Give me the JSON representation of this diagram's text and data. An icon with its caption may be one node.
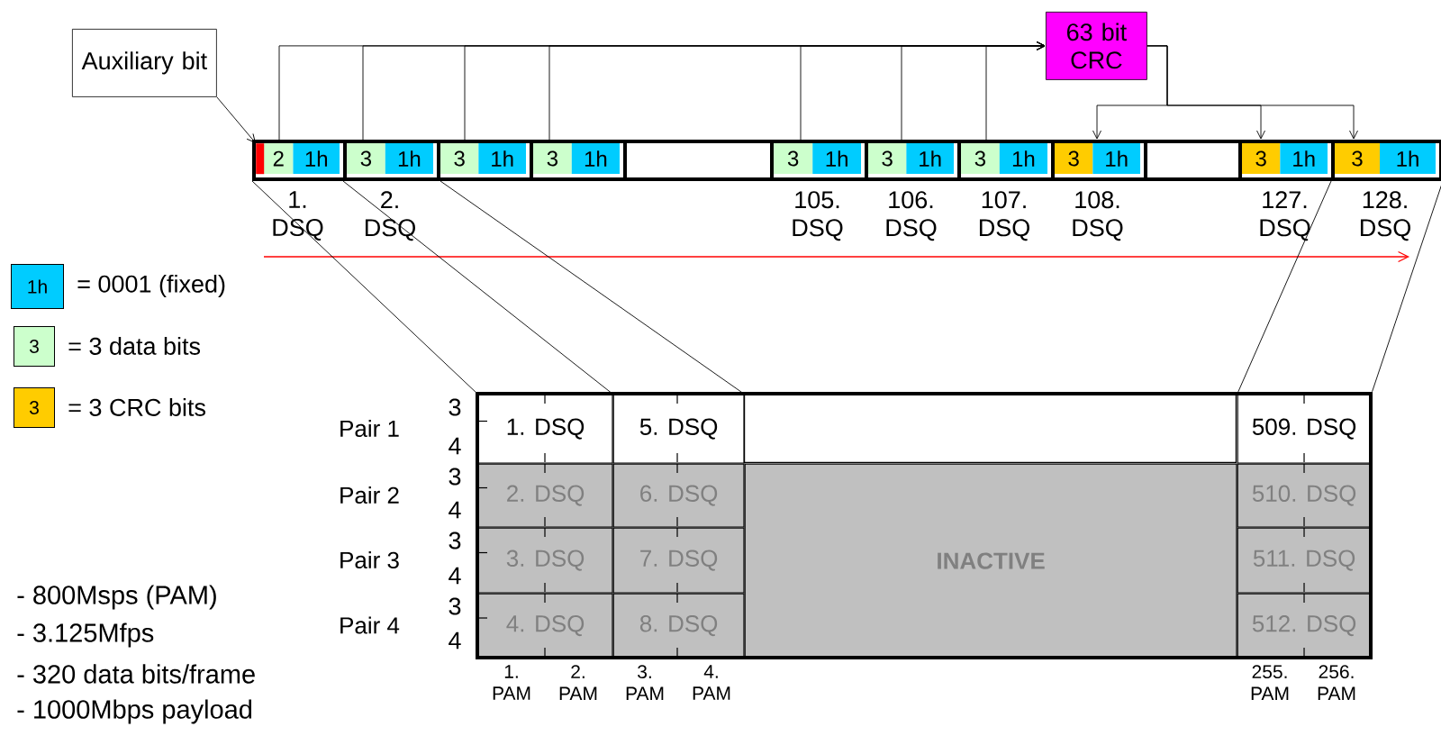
{
  "diagram": {
    "nodes": [
      {
        "text": [
          "Auxiliary bit"
        ]
      },
      {
        "text": [
          "63 bit CRC"
        ]
      },
      {
        "text": [
          "2",
          "1h"
        ],
        "beside": [
          "1. DSQ"
        ]
      },
      {
        "text": [],
        "shape": "bar",
        "in": 2
      },
      {
        "text": [
          "3",
          "1h"
        ],
        "beside": [
          "2. DSQ"
        ]
      },
      {
        "text": [
          "3",
          "1h"
        ]
      },
      {
        "text": [
          "3",
          "1h"
        ]
      },
      {
        "text": [],
        "shape": "box"
      },
      {
        "text": [
          "3",
          "1h"
        ],
        "beside": [
          "105. DSQ"
        ]
      },
      {
        "text": [
          "3",
          "1h"
        ],
        "beside": [
          "106. DSQ"
        ]
      },
      {
        "text": [
          "3",
          "1h"
        ],
        "beside": [
          "107. DSQ"
        ]
      },
      {
        "text": [
          "3",
          "1h"
        ],
        "beside": [
          "108. DSQ"
        ]
      },
      {
        "text": [],
        "shape": "box"
      },
      {
        "text": [
          "3",
          "1h"
        ],
        "beside": [
          "127. DSQ"
        ]
      },
      {
        "text": [
          "3",
          "1h"
        ],
        "beside": [
          "128. DSQ"
        ]
      },
      {
        "text": [
          "1. DSQ"
        ]
      },
      {
        "text": [
          "5. DSQ"
        ]
      },
      {
        "text": [
          "509. DSQ"
        ]
      },
      {
        "text": [
          "2. DSQ"
        ]
      },
      {
        "text": [
          "6. DSQ"
        ]
      },
      {
        "text": [
          "INACTIVE"
        ]
      },
      {
        "text": [
          "510. DSQ"
        ]
      },
      {
        "text": [
          "3. DSQ"
        ]
      },
      {
        "text": [
          "7. DSQ"
        ]
      },
      {
        "text": [
          "511. DSQ"
        ]
      },
      {
        "text": [
          "4. DSQ"
        ]
      },
      {
        "text": [
          "8. DSQ"
        ]
      },
      {
        "text": [
          "512. DSQ"
        ]
      }
    ],
    "edges": [
      {
        "from": 0,
        "to": 3,
        "arrow": "to"
      },
      {
        "from": 2,
        "to": 1,
        "arrow": "to"
      },
      {
        "from": 4,
        "to": 1,
        "arrow": "to"
      },
      {
        "from": 5,
        "to": 1,
        "arrow": "to"
      },
      {
        "from": 6,
        "to": 1,
        "arrow": "to"
      },
      {
        "from": 8,
        "to": 1,
        "arrow": "to"
      },
      {
        "from": 9,
        "to": 1,
        "arrow": "to"
      },
      {
        "from": 10,
        "to": 1,
        "arrow": "to"
      },
      {
        "from": 1,
        "to": 11,
        "arrow": "to"
      },
      {
        "from": 1,
        "to": 13,
        "arrow": "to"
      },
      {
        "from": 1,
        "to": 14,
        "arrow": "to"
      },
      {
        "from": 2,
        "to": 15,
        "arrow": "none"
      },
      {
        "from": 4,
        "to": 16,
        "arrow": "none"
      },
      {
        "from": 4,
        "to": 16,
        "arrow": "none"
      },
      {
        "from": 14,
        "to": 17,
        "arrow": "none"
      },
      {
        "from": 14,
        "to": 17,
        "arrow": "none"
      }
    ],
    "labels": [
      "1h",
      "3",
      "3",
      "Pair 1",
      "3",
      "4",
      "Pair 2",
      "3",
      "4",
      "Pair 3",
      "3",
      "4",
      "Pair 4",
      "3",
      "4",
      "- 800Msps (PAM)",
      "- 3.125Mfps",
      "- 320 data bits/frame",
      "- 1000Mbps payload",
      "1. PAM",
      "2. PAM",
      "3. PAM",
      "4. PAM",
      "255. PAM",
      "256. PAM"
    ],
    "legend": [
      {
        "text": "= 0001 (fixed)",
        "color": "#00ccff"
      },
      {
        "text": "= 3 data bits",
        "color": "#ccffcc"
      },
      {
        "text": "= 3 CRC bits",
        "color": "#ffcc00"
      }
    ]
  }
}
